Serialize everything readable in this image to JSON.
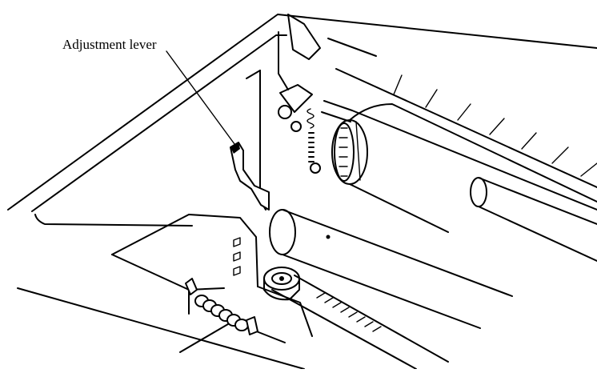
{
  "figure": {
    "callout_label": "Adjustment lever",
    "part_names": [
      "adjustment-lever",
      "platen-roller",
      "paper-feed-roller",
      "tension-spring",
      "gear-pulley",
      "drive-belt"
    ]
  }
}
